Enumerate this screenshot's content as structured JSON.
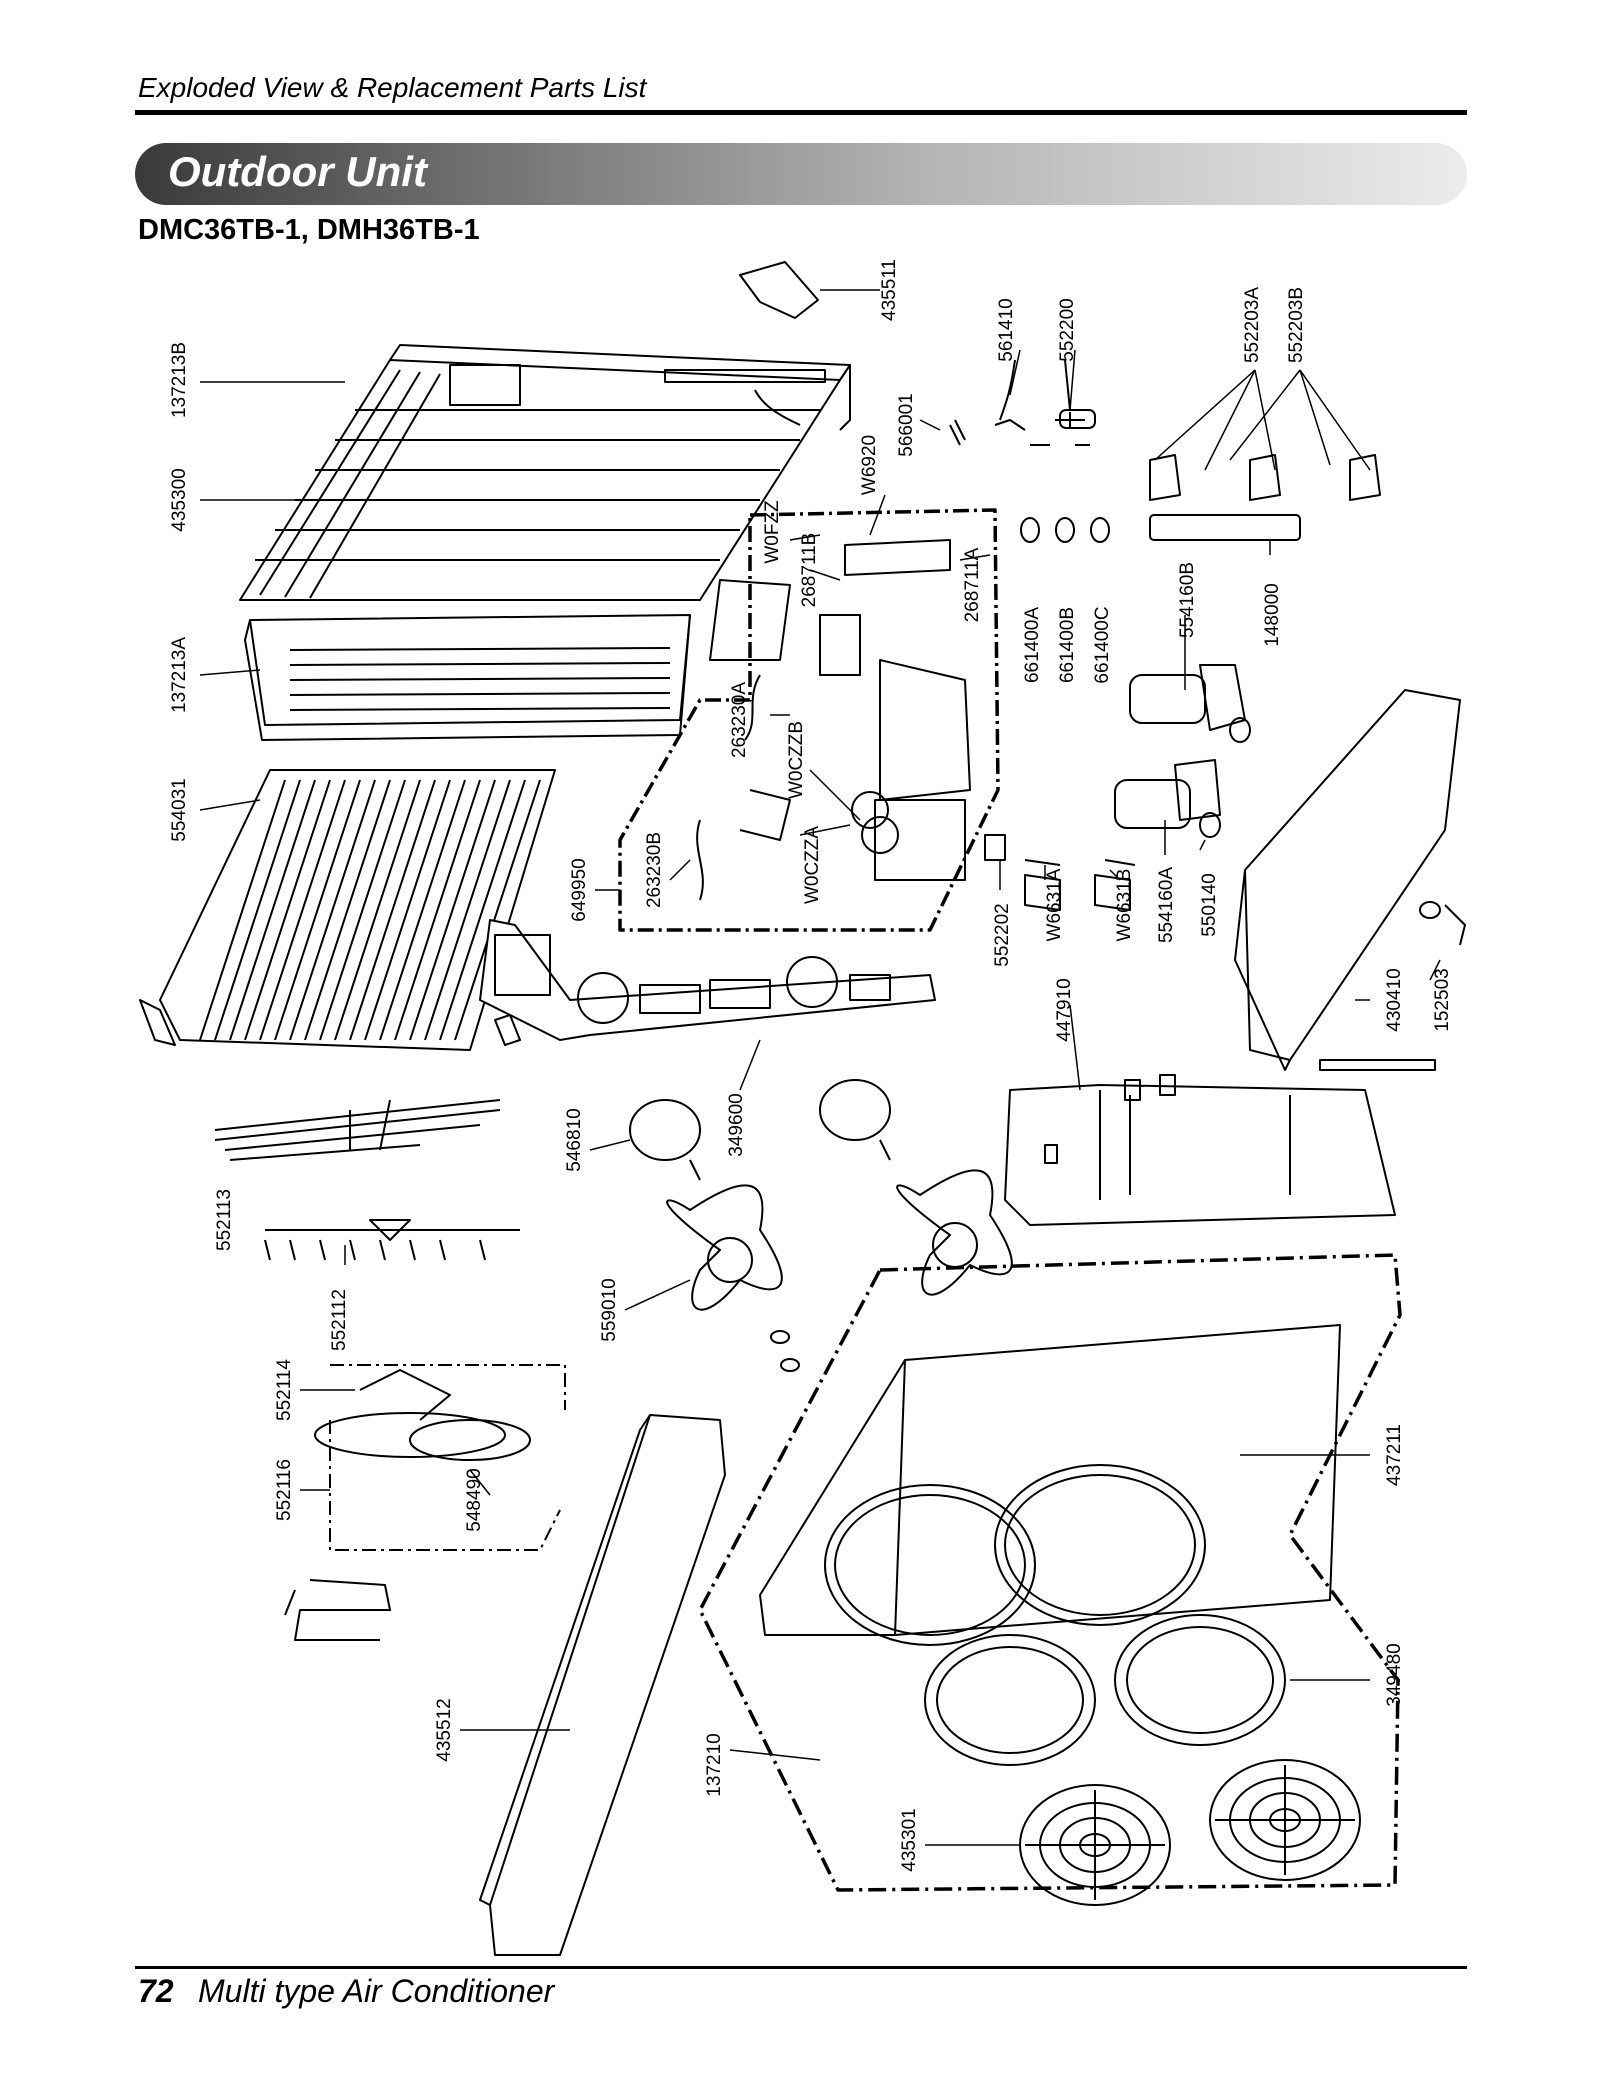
{
  "header": {
    "title": "Exploded View & Replacement Parts List"
  },
  "section": {
    "title": "Outdoor Unit"
  },
  "models": "DMC36TB-1, DMH36TB-1",
  "part_labels": [
    "137213B",
    "435300",
    "137213A",
    "554031",
    "552113",
    "552112",
    "552114",
    "552116",
    "548490",
    "435512",
    "137210",
    "435301",
    "349480",
    "437211",
    "559010",
    "546810",
    "349600",
    "649950",
    "263230B",
    "W0CZZA",
    "W0CZZB",
    "263230A",
    "268711B",
    "W0FZZ",
    "W6920",
    "268711A",
    "566001",
    "435511",
    "561410",
    "552200",
    "552203A",
    "552203B",
    "661400A",
    "661400B",
    "661400C",
    "554160B",
    "148000",
    "552202",
    "W6631A",
    "W6631B",
    "554160A",
    "550140",
    "447910",
    "430410",
    "152503"
  ],
  "footer": {
    "page_number": "72",
    "title": "Multi type Air Conditioner"
  }
}
